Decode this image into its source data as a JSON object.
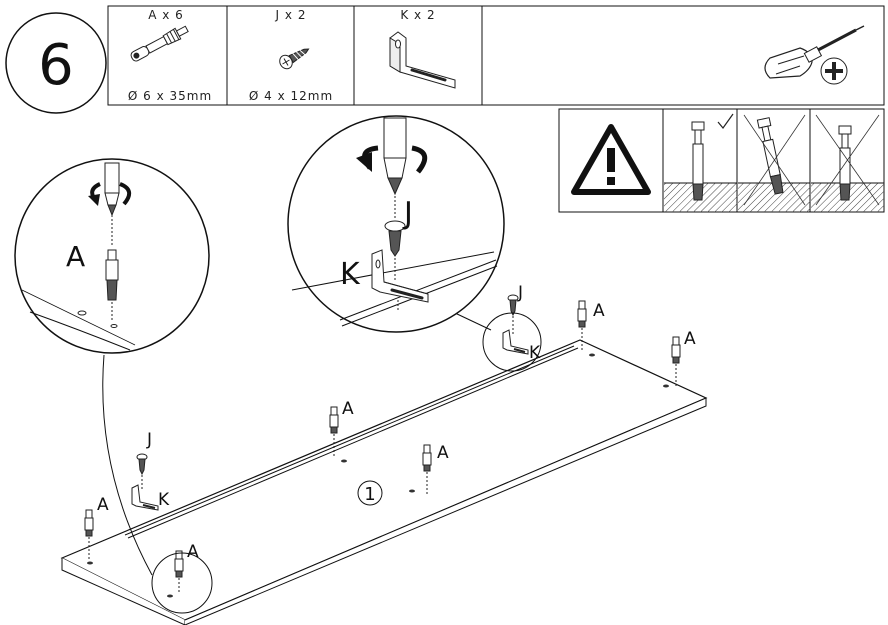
{
  "step": {
    "number": "6"
  },
  "parts": [
    {
      "label": "A x 6",
      "spec": "Ø 6 x 35mm"
    },
    {
      "label": "J x 2",
      "spec": "Ø 4 x 12mm"
    },
    {
      "label": "K x 2",
      "spec": ""
    }
  ],
  "callouts": {
    "a_zoom_label": "A",
    "j_zoom_label": "J",
    "k_zoom_label": "K"
  },
  "panel": {
    "number": "1"
  },
  "labels": {
    "A": "A",
    "J": "J",
    "K": "K"
  }
}
